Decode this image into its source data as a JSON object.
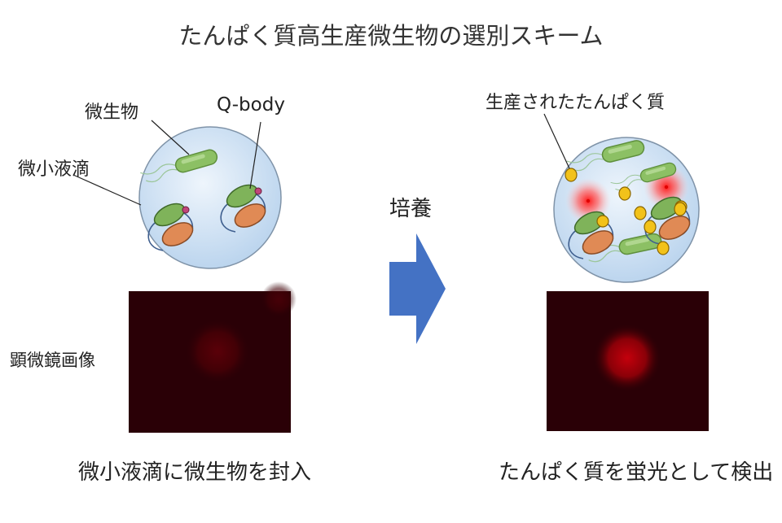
{
  "title": "たんぱく質高生産微生物の選別スキーム",
  "labels": {
    "microbe": "微生物",
    "droplet": "微小液滴",
    "qbody": "Q-body",
    "produced_protein": "生産されたたんぱく質",
    "incubation": "培養",
    "microscope_image": "顕微鏡画像"
  },
  "captions": {
    "left": "微小液滴に微生物を封入",
    "right": "たんぱく質を蛍光として検出"
  },
  "colors": {
    "droplet_fill": "#cfe2f3",
    "microbe_green": "#86bd62",
    "qbody_green": "#7fb35a",
    "qbody_orange": "#e08a55",
    "protein_yellow": "#f2c21a",
    "arrow_blue": "#4472c4",
    "micro_bg": "#2a0006",
    "fluorescence_red": "#b0000a"
  }
}
